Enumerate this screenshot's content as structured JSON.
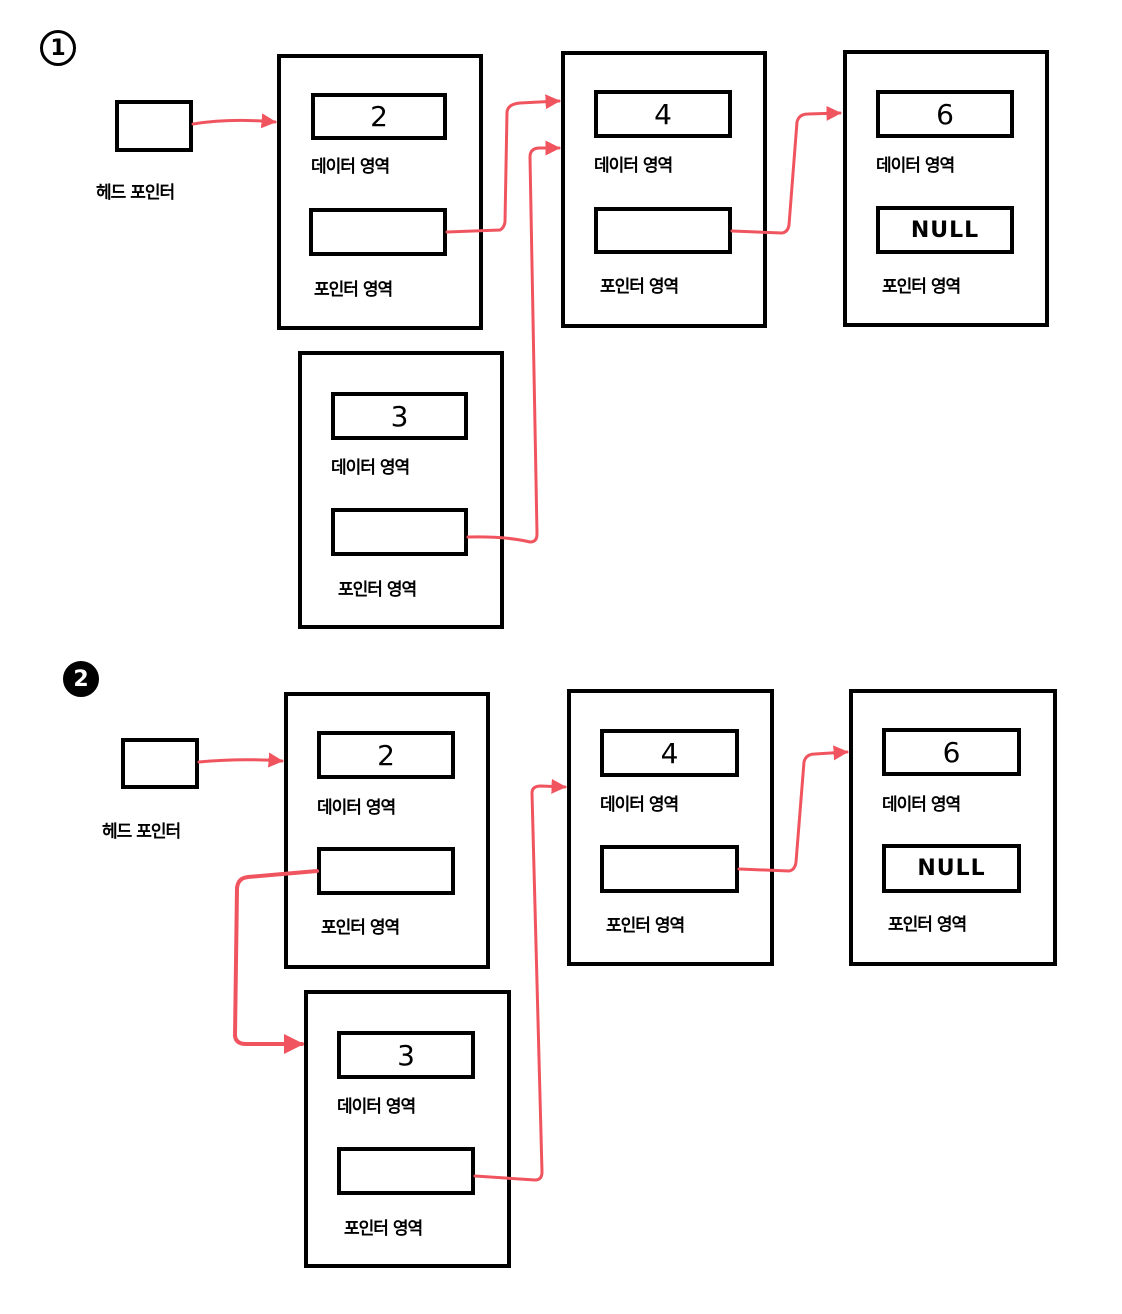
{
  "colors": {
    "arrow": "#f0555f",
    "stroke": "#000000"
  },
  "labels": {
    "head_pointer": "헤드 포인터",
    "data_area": "데이터 영역",
    "pointer_area": "포인터 영역"
  },
  "diagram1": {
    "step": "1",
    "nodes": [
      {
        "id": "n2",
        "data": "2",
        "pointer": ""
      },
      {
        "id": "n4",
        "data": "4",
        "pointer": ""
      },
      {
        "id": "n6",
        "data": "6",
        "pointer": "NULL"
      },
      {
        "id": "n3",
        "data": "3",
        "pointer": ""
      }
    ],
    "edges": [
      {
        "from": "head",
        "to": "n2"
      },
      {
        "from": "n2",
        "to": "n4"
      },
      {
        "from": "n4",
        "to": "n6"
      },
      {
        "from": "n3",
        "to": "n4"
      }
    ]
  },
  "diagram2": {
    "step": "2",
    "nodes": [
      {
        "id": "n2",
        "data": "2",
        "pointer": ""
      },
      {
        "id": "n4",
        "data": "4",
        "pointer": ""
      },
      {
        "id": "n6",
        "data": "6",
        "pointer": "NULL"
      },
      {
        "id": "n3",
        "data": "3",
        "pointer": ""
      }
    ],
    "edges": [
      {
        "from": "head",
        "to": "n2"
      },
      {
        "from": "n2",
        "to": "n3"
      },
      {
        "from": "n3",
        "to": "n4"
      },
      {
        "from": "n4",
        "to": "n6"
      }
    ]
  }
}
